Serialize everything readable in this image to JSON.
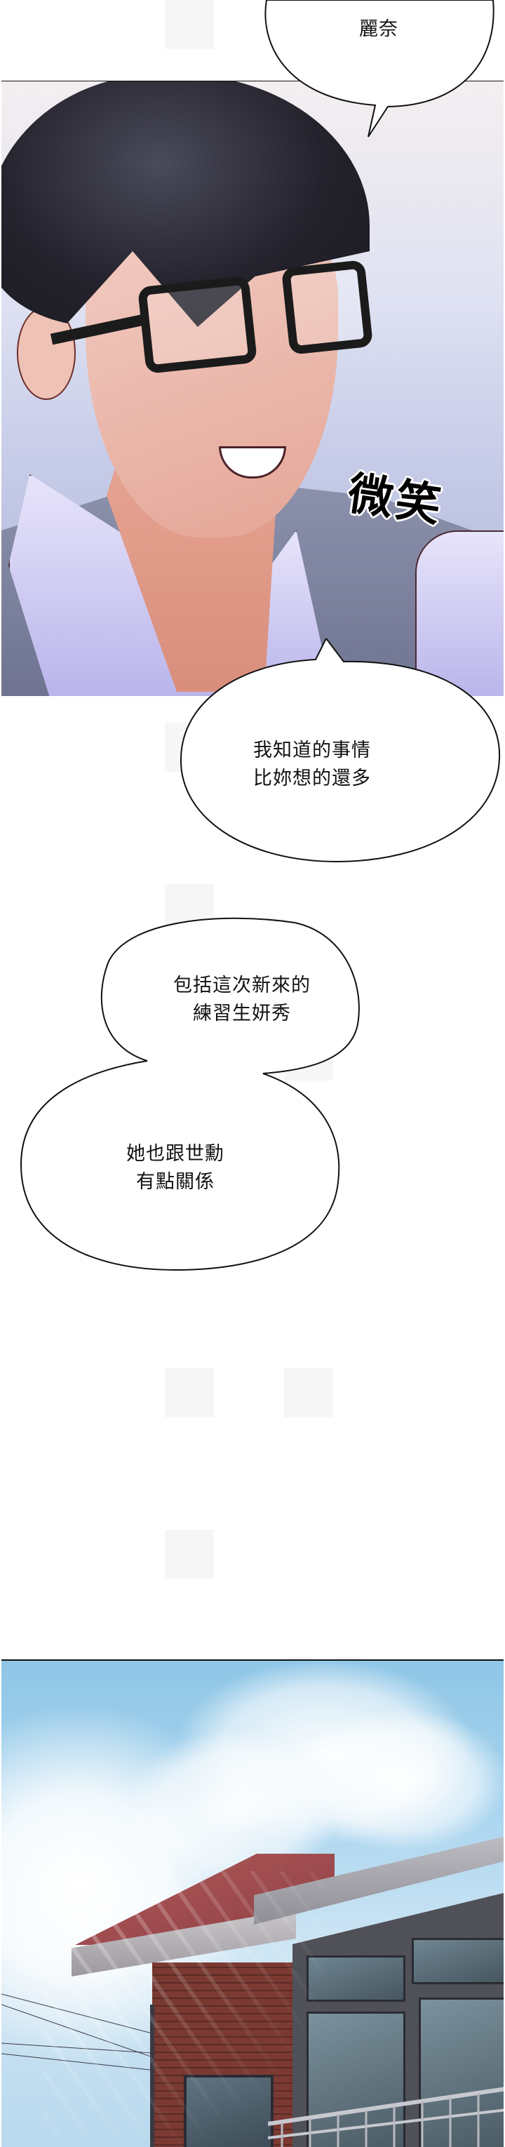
{
  "comic": {
    "panel_1": {
      "description": "Man with black glasses and dark hair smiling with eyes closed",
      "sfx": "微笑"
    },
    "bubbles": [
      {
        "id": "bubble_1",
        "lines": [
          "麗奈"
        ]
      },
      {
        "id": "bubble_2",
        "lines": [
          "我知道的事情",
          "比妳想的還多"
        ]
      },
      {
        "id": "bubble_3",
        "lines": [
          "包括這次新來的",
          "練習生妍秀"
        ]
      },
      {
        "id": "bubble_4",
        "lines": [
          "她也跟世勳",
          "有點關係"
        ]
      }
    ],
    "panel_3": {
      "description": "Brick building rooftop and windows under blue sky with clouds and sunlight"
    }
  },
  "colors": {
    "bubble_fill": "#ffffff",
    "bubble_stroke": "#111111",
    "sky": "#9fcff0",
    "brick": "#7a3a32",
    "roof": "#a24f4f"
  }
}
